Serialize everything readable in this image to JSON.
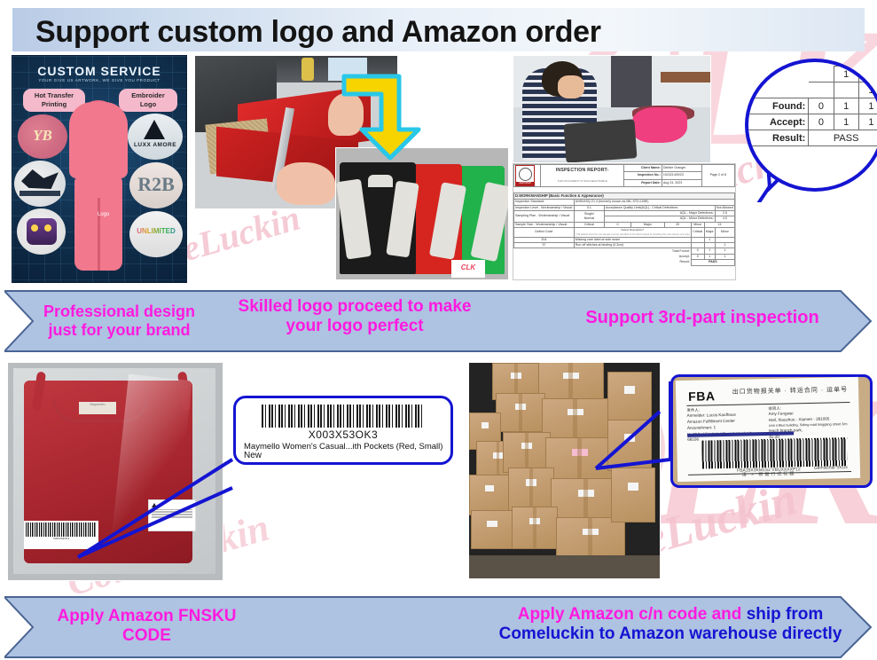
{
  "page": {
    "title": "Support custom logo and Amazon order",
    "watermark_brand": "ComeLuckin",
    "watermark_mark": "CLK",
    "accent_magenta": "#ff1ae0",
    "accent_blue": "#1414d2",
    "banner_fill": "#aec2e2",
    "banner_stroke": "#4a6594",
    "title_gradient_start": "#b9cbe6",
    "title_gradient_end": "#dde7f3"
  },
  "poster": {
    "heading": "CUSTOM SERVICE",
    "subheading": "YOUR GIVE US ARTWORK, WE GIVE YOU PRODUCT",
    "tag_left": "Hot Transfer\nPrinting",
    "tag_right": "Embroider\nLogo",
    "bubble_labels": [
      "YB",
      "EAGLE",
      "GAMER",
      "LUXX AMORE",
      "R2B",
      "UNLIMITED"
    ],
    "callout_label": "Logo"
  },
  "jackets": {
    "tag_text": "CLK"
  },
  "inspection_report": {
    "doc_title": "INSPECTION REPORT-",
    "non_negotiable": "THIS DOCUMENT IS NON-NEGOTIABLE",
    "stamp_text": "CERTIFIED",
    "fields": [
      {
        "label": "Client Name:",
        "value": "Debbie Granger"
      },
      {
        "label": "Inspection No.:",
        "value": "192321409/23"
      },
      {
        "label": "Report Date:",
        "value": "Aug 24, 2023"
      },
      {
        "label": "Page:",
        "value": "Page 2 of 8"
      }
    ],
    "section_title": "D.WORKMANSHIP (Basic Function & Appearance)",
    "rows": [
      {
        "label": "Inspection Standard:",
        "value": "ANSI/ASQ Z1.4 (formerly known as MIL-STD-105E)",
        "extra": ""
      },
      {
        "label": "Inspection Level - Workmanship / Visual:",
        "value": "II.1",
        "extra": "Acceptance Quality Limit(AQL) - Critical Defectives:",
        "extra2": "Not Allowed"
      },
      {
        "label": "Sampling Plan - Workmanship / Visual:",
        "value": "Single/\nNormal",
        "extra": "AQL - Major Defectives:",
        "extra2": "2.5"
      },
      {
        "label": "",
        "value": "",
        "extra": "AQL - Minor Defectives:",
        "extra2": "4.0"
      },
      {
        "label": "Sample Size - Workmanship / Visual:",
        "value": "Critical",
        "extra": "Major",
        "extra2": "Minor"
      }
    ],
    "sample_sizes": {
      "critical": "0",
      "major": "20",
      "minor": "13"
    },
    "defect_header": [
      "Defect Code",
      "Defect Description*",
      "Critical",
      "Major",
      "Minor"
    ],
    "defect_note": "(* All defects found on one sample must be recorded to the client instead of recording the most serious one only)",
    "defects": [
      {
        "code": "204",
        "desc": "Missing care label at side seam",
        "critical": "",
        "major": "1",
        "minor": ""
      },
      {
        "code": "37",
        "desc": "Run off stitches at binding (0.3cm)",
        "critical": "",
        "major": "",
        "minor": "1"
      }
    ],
    "totals": [
      {
        "label": "Total Found:",
        "critical": "0",
        "major": "1",
        "minor": "1"
      },
      {
        "label": "Accept:",
        "critical": "0",
        "major": "1",
        "minor": "1"
      }
    ],
    "result_label": "Result:",
    "result_value": "PASS"
  },
  "magnifier": {
    "rows": [
      {
        "label": "Found:",
        "critical": "0",
        "major": "1",
        "minor": "1"
      },
      {
        "label": "Accept:",
        "critical": "0",
        "major": "1",
        "minor": "1"
      }
    ],
    "top_values": [
      "1",
      "1"
    ],
    "result_label": "Result:",
    "result_value": "PASS"
  },
  "banner_top": {
    "step1": "Professional design\njust for your brand",
    "step2": "Skilled logo proceed to make\nyour logo perfect",
    "step3": "Support 3rd-part inspection"
  },
  "banner_bottom": {
    "step1": "Apply Amazon FNSKU\nCODE",
    "step2_magenta": "Apply Amazon c/n code and ",
    "step2_blue": "ship from\nComeluckin to Amazon warehouse directly"
  },
  "fnsku_label": {
    "code": "X003X53OK3",
    "description": "Maymello Women's Casual...ith Pockets (Red, Small)",
    "condition": "New"
  },
  "fba_label": {
    "title": "FBA",
    "cn_header": "出口货物报关单 · 转运合同 · 运单号",
    "ship_from_label": "发件人:",
    "ship_from": [
      "Anmelder: Lucas Kaufhaus",
      "Amazon Fulfillment Center",
      "Anzunehmen: 1",
      "No.20 Bad Friedrich / Olsen K / Isenbach",
      "68106"
    ],
    "ship_to_label": "收货人:",
    "ship_to": [
      "Amy Fengwei",
      "Hall, Xiaozhou - Xiamen - 361005",
      "Unit 4 Blue building, Siding road longgang street 3/m",
      "teach branch park,",
      "41-20"
    ],
    "barcode_value": "FBA15X3KM1S2 VBUXXXXP12",
    "footer_right": "Gemischte SKUs",
    "footer_cn": "请 × 根据行式标题"
  },
  "polybag": {
    "brand_tag": "Maymello",
    "warning_label": "WARNING",
    "barcode_caption": "X003X53OK3"
  }
}
